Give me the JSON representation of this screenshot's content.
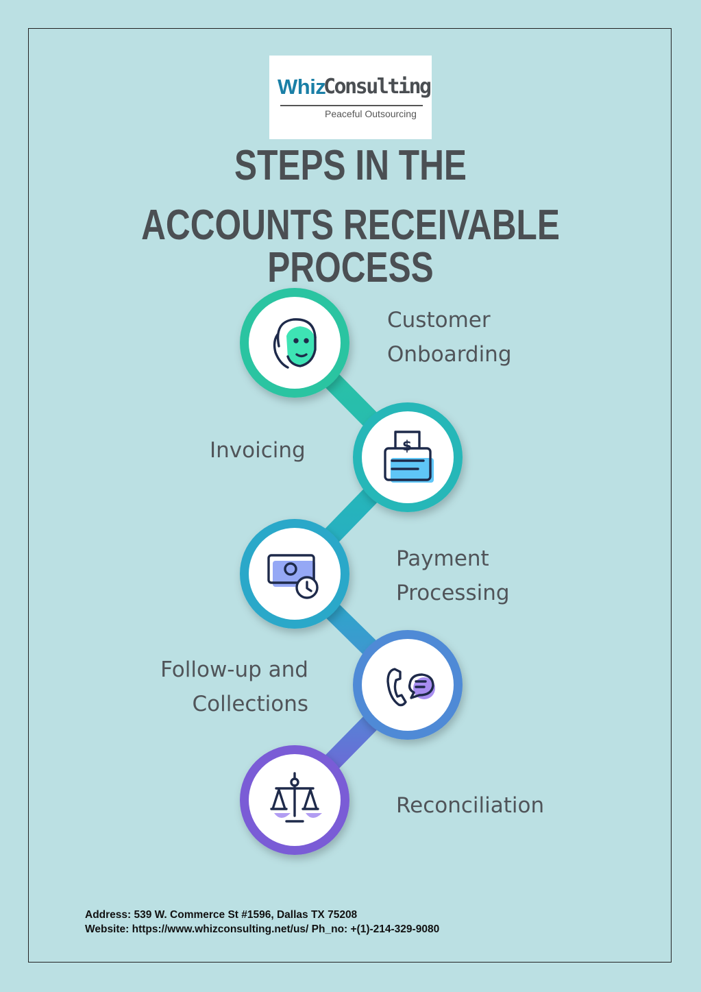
{
  "logo": {
    "brand_part1": "Whiz",
    "brand_part2": "Consulting",
    "tagline": "Peaceful Outsourcing"
  },
  "title": {
    "line1": "STEPS IN THE",
    "line2": "ACCOUNTS RECEIVABLE PROCESS"
  },
  "steps": [
    {
      "label_lines": [
        "Customer",
        "Onboarding"
      ],
      "icon": "customer-support-icon",
      "color": "#2bc4a1"
    },
    {
      "label_lines": [
        "Invoicing"
      ],
      "icon": "invoice-printer-icon",
      "color": "#25b7b8"
    },
    {
      "label_lines": [
        "Payment",
        "Processing"
      ],
      "icon": "cash-clock-icon",
      "color": "#2aa8c9"
    },
    {
      "label_lines": [
        "Follow-up and",
        "Collections"
      ],
      "icon": "phone-chat-icon",
      "color": "#4f8ad6"
    },
    {
      "label_lines": [
        "Reconciliation"
      ],
      "icon": "balance-scale-icon",
      "color": "#7a5bd6"
    }
  ],
  "footer": {
    "address": "Address: 539 W. Commerce St #1596, Dallas TX 75208",
    "website": "Website: https://www.whizconsulting.net/us/ Ph_no: +(1)-214-329-9080"
  }
}
